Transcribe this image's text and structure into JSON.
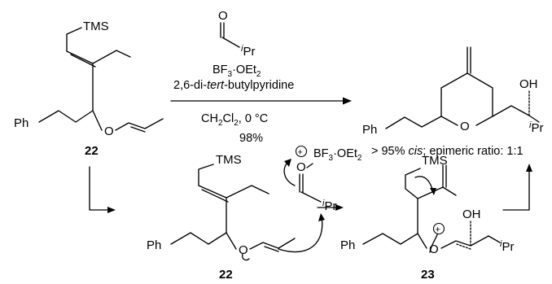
{
  "scheme": {
    "compounds": {
      "start_label": "22",
      "mechanism_start_label": "22",
      "intermediate_label": "23"
    },
    "atoms": {
      "tms": "TMS",
      "ph": "Ph",
      "o": "O",
      "oh": "OH",
      "ipr_i": "i",
      "ipr_pr": "Pr",
      "bf3": "BF",
      "oet2": "·OEt",
      "sub3": "3",
      "sub2": "2",
      "plus": "+"
    },
    "conditions": {
      "lewis_acid": "BF3·OEt2",
      "base_prefix": "2,6-di-",
      "base_italic": "tert",
      "base_suffix": "-butylpyridine",
      "solvent": "CH2Cl2, 0 °C",
      "yield": "98%"
    },
    "product_note": {
      "prefix": "> 95% ",
      "italic": "cis",
      "suffix": "; epimeric ratio: 1:1"
    }
  }
}
